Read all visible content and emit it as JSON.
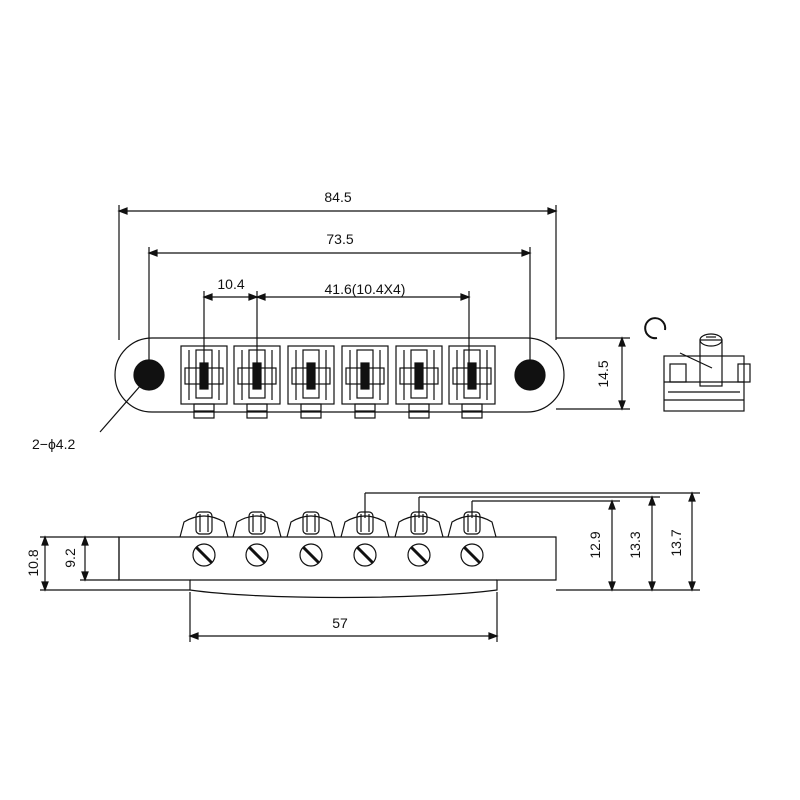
{
  "top_view": {
    "overall_length": "84.5",
    "post_spacing": "73.5",
    "string_spacing": "10.4",
    "total_spacing": "41.6(10.4X4)",
    "height": "14.5",
    "holes": "2−ϕ4.2"
  },
  "side_view": {
    "left_height_outer": "10.8",
    "left_height_inner": "9.2",
    "base_length": "57",
    "height_1": "12.9",
    "height_2": "13.3",
    "height_3": "13.7"
  },
  "colors": {
    "line": "#111111",
    "background": "#ffffff"
  }
}
